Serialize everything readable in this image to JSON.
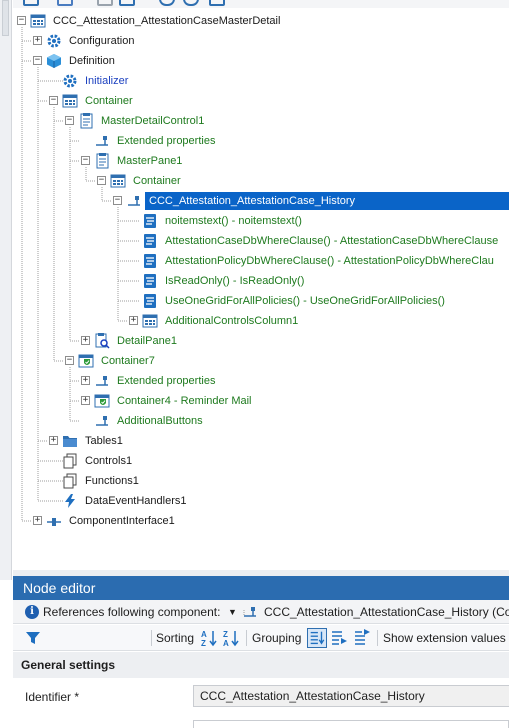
{
  "tree": {
    "nodes": [
      {
        "label": "CCC_Attestation_AttestationCaseMasterDetail",
        "color": "black",
        "icon": "grid-icon",
        "expander": "−"
      },
      {
        "label": "Configuration",
        "color": "black",
        "icon": "gear-icon",
        "expander": "+"
      },
      {
        "label": "Definition",
        "color": "black",
        "icon": "cube-icon",
        "expander": "−"
      },
      {
        "label": "Initializer",
        "color": "blue",
        "icon": "gear-icon",
        "expander": ""
      },
      {
        "label": "Container",
        "color": "green",
        "icon": "grid-icon",
        "expander": "−"
      },
      {
        "label": "MasterDetailControl1",
        "color": "green",
        "icon": "form-icon",
        "expander": "−"
      },
      {
        "label": "Extended properties",
        "color": "green",
        "icon": "connector-icon",
        "expander": ""
      },
      {
        "label": "MasterPane1",
        "color": "green",
        "icon": "form-icon",
        "expander": "−"
      },
      {
        "label": "Container",
        "color": "green",
        "icon": "grid-icon",
        "expander": "−"
      },
      {
        "label": "CCC_Attestation_AttestationCase_History",
        "color": "selected",
        "icon": "connector-icon",
        "expander": "−"
      },
      {
        "label": "noitemstext() - noitemstext()",
        "color": "green",
        "icon": "script-icon",
        "expander": ""
      },
      {
        "label": "AttestationCaseDbWhereClause() - AttestationCaseDbWhereClause",
        "color": "green",
        "icon": "script-icon",
        "expander": ""
      },
      {
        "label": "AttestationPolicyDbWhereClause() - AttestationPolicyDbWhereClau",
        "color": "green",
        "icon": "script-icon",
        "expander": ""
      },
      {
        "label": "IsReadOnly() - IsReadOnly()",
        "color": "green",
        "icon": "script-icon",
        "expander": ""
      },
      {
        "label": "UseOneGridForAllPolicies() - UseOneGridForAllPolicies()",
        "color": "green",
        "icon": "script-icon",
        "expander": ""
      },
      {
        "label": "AdditionalControlsColumn1",
        "color": "green",
        "icon": "grid-icon",
        "expander": "+"
      },
      {
        "label": "DetailPane1",
        "color": "green",
        "icon": "form-search-icon",
        "expander": "+"
      },
      {
        "label": "Container7",
        "color": "green",
        "icon": "grid-shield-icon",
        "expander": "−"
      },
      {
        "label": "Extended properties",
        "color": "green",
        "icon": "connector-icon",
        "expander": "+"
      },
      {
        "label": "Container4 - Reminder Mail",
        "color": "green",
        "icon": "grid-shield-icon",
        "expander": "+"
      },
      {
        "label": "AdditionalButtons",
        "color": "green",
        "icon": "connector-icon",
        "expander": ""
      },
      {
        "label": "Tables1",
        "color": "black",
        "icon": "folder-icon",
        "expander": "+"
      },
      {
        "label": "Controls1",
        "color": "black",
        "icon": "pages-icon",
        "expander": ""
      },
      {
        "label": "Functions1",
        "color": "black",
        "icon": "pages-icon",
        "expander": ""
      },
      {
        "label": "DataEventHandlers1",
        "color": "black",
        "icon": "lightning-icon",
        "expander": ""
      },
      {
        "label": "ComponentInterface1",
        "color": "black",
        "icon": "connector-icon",
        "expander": "+"
      }
    ]
  },
  "node_editor": {
    "title": "Node editor",
    "references_label": "References following component:",
    "references_value": "CCC_Attestation_AttestationCase_History (Con"
  },
  "filter_bar": {
    "sorting_label": "Sorting",
    "grouping_label": "Grouping",
    "show_ext_label": "Show extension values"
  },
  "general_settings": {
    "header": "General settings",
    "identifier_label": "Identifier *",
    "identifier_value": "CCC_Attestation_AttestationCase_History"
  },
  "colors": {
    "accent": "#2b6cb0",
    "selection": "#0a64c8",
    "green_text": "#1e7a1e",
    "blue_text": "#1a3fbf"
  }
}
